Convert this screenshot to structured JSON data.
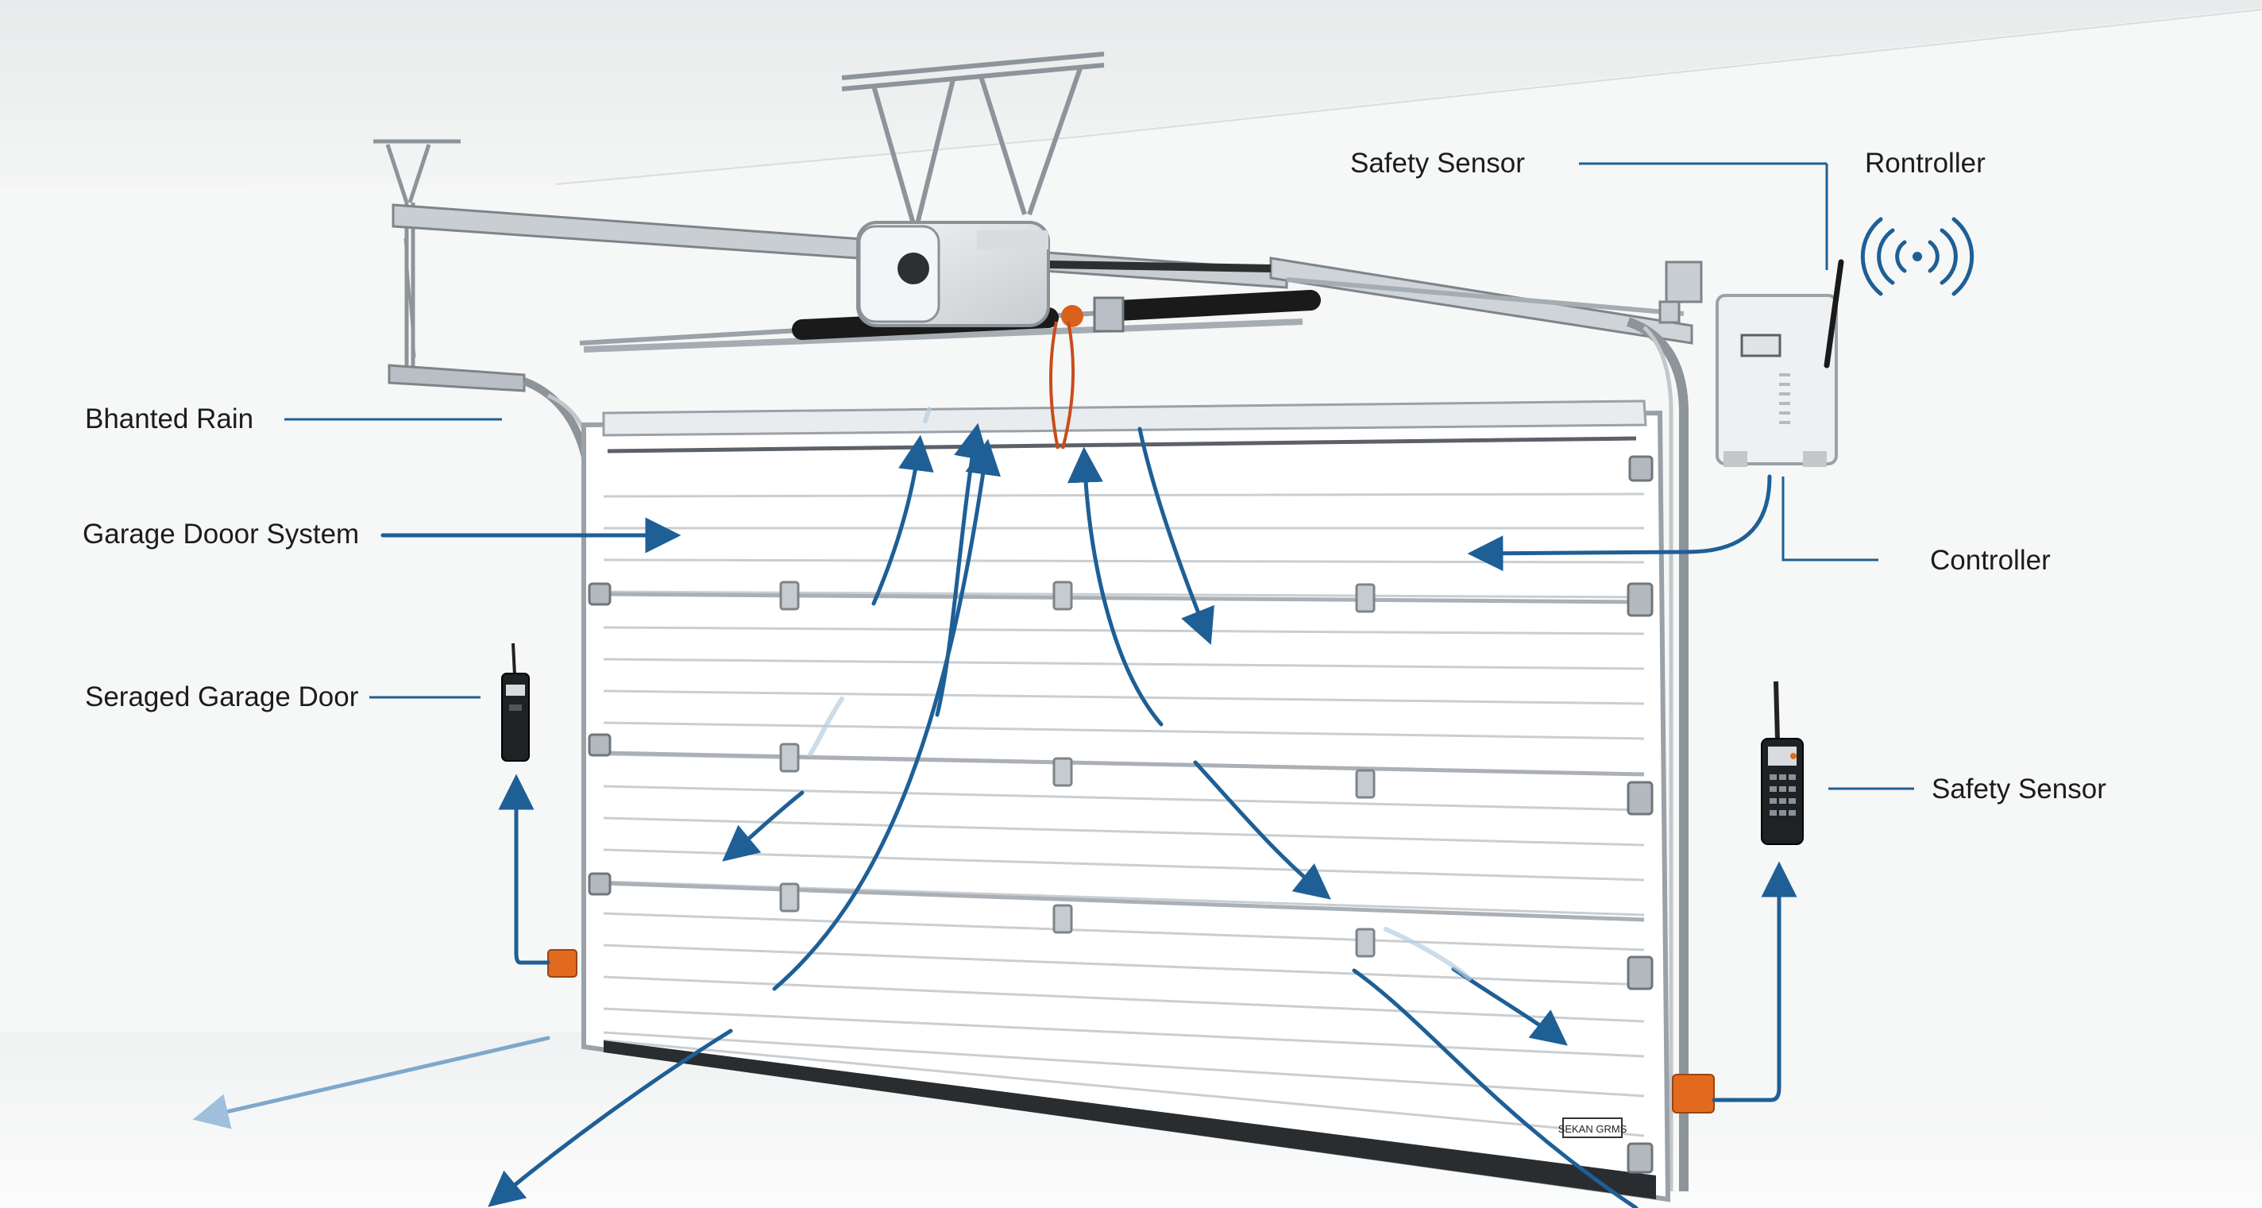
{
  "labels": {
    "safety_sensor_top": "Safety Sensor",
    "rontroller": "Rontroller",
    "bhanted_rain": "Bhanted Rain",
    "garage_door_system": "Garage Dooor System",
    "controller": "Controller",
    "seraged_garage_door": "Seraged Garage Door",
    "safety_sensor_right": "Safety Sensor"
  },
  "door_badge": "SEKAN GRMS",
  "colors": {
    "arrow_blue": "#1e5f96",
    "leader_line": "#1e5f96",
    "door_white": "#ffffff",
    "door_panel_line": "#c9ced2",
    "frame_steel": "#8d949a",
    "sensor_orange": "#e26a1e",
    "spring_black": "#1a1a1a",
    "background": "#f6f7f7"
  },
  "icons": [
    "wifi-signal-icon",
    "remote-control-icon",
    "keypad-remote-icon",
    "motor-unit-icon"
  ]
}
